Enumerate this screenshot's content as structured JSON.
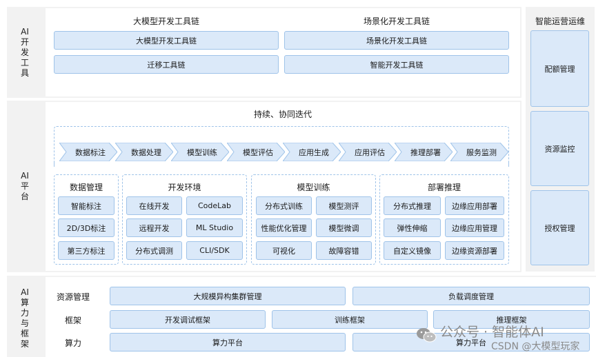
{
  "tools": {
    "side_label": [
      "AI",
      "开",
      "发",
      "工",
      "具"
    ],
    "col1_title": "大模型开发工具链",
    "col2_title": "场景化开发工具链",
    "boxes": [
      "大模型开发工具链",
      "场景化开发工具链",
      "迁移工具链",
      "智能开发工具链"
    ]
  },
  "ops": {
    "title": "智能运营运维",
    "items": [
      "配额管理",
      "资源监控",
      "授权管理"
    ]
  },
  "platform": {
    "side_label": [
      "AI",
      "平",
      "台"
    ],
    "iter_title": "持续、协同迭代",
    "pipeline": [
      "数据标注",
      "数据处理",
      "模型训练",
      "模型评估",
      "应用生成",
      "应用评估",
      "推理部署",
      "服务监测"
    ],
    "groups": [
      {
        "title": "数据管理",
        "items": [
          "智能标注",
          "2D/3D标注",
          "第三方标注"
        ]
      },
      {
        "title": "开发环境",
        "items": [
          "在线开发",
          "CodeLab",
          "远程开发",
          "ML Studio",
          "分布式调测",
          "CLI/SDK"
        ]
      },
      {
        "title": "模型训练",
        "items": [
          "分布式训练",
          "模型测评",
          "性能优化管理",
          "模型微调",
          "可视化",
          "故障容错"
        ]
      },
      {
        "title": "部署推理",
        "items": [
          "分布式推理",
          "边缘应用部署",
          "弹性伸缩",
          "边缘应用管理",
          "自定义镜像",
          "边缘资源部署"
        ]
      }
    ]
  },
  "compute": {
    "side_label": [
      "AI",
      "算",
      "力",
      "与",
      "框",
      "架"
    ],
    "rows": [
      {
        "label": "资源管理",
        "items": [
          "大规模异构集群管理",
          "负载调度管理"
        ]
      },
      {
        "label": "框架",
        "items": [
          "开发调试框架",
          "训练框架",
          "推理框架"
        ]
      },
      {
        "label": "算力",
        "items": [
          "算力平台",
          "算力平台"
        ]
      }
    ]
  },
  "watermark": {
    "line1": "公众号 · 智能体AI",
    "line2": "CSDN @大模型玩家"
  }
}
